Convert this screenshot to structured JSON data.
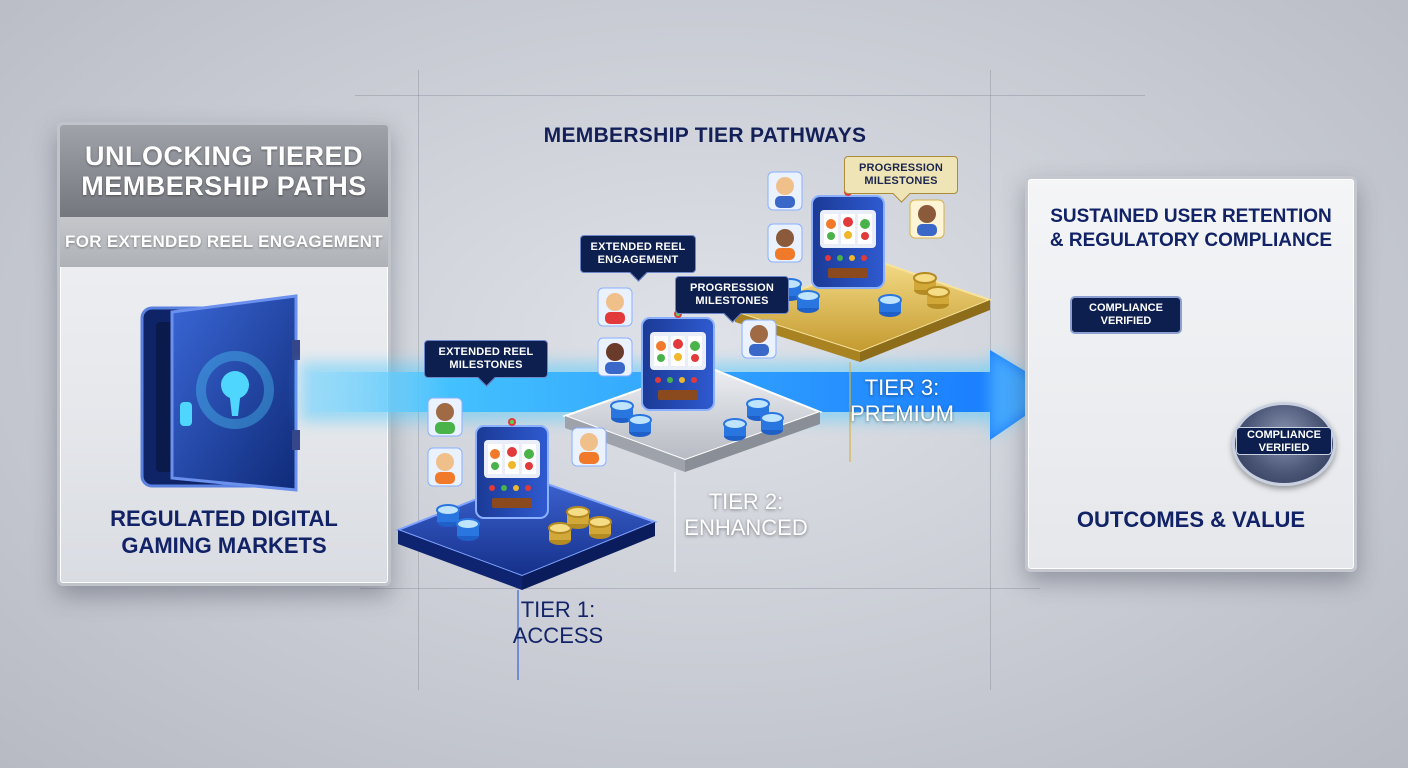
{
  "left_panel": {
    "title_line1": "UNLOCKING TIERED",
    "title_line2": "MEMBERSHIP PATHS",
    "subtitle": "FOR EXTENDED REEL ENGAGEMENT",
    "icon": "vault-safe-icon",
    "footer_line1": "REGULATED DIGITAL",
    "footer_line2": "GAMING MARKETS"
  },
  "diagram_title": "MEMBERSHIP TIER PATHWAYS",
  "tiers": [
    {
      "line1": "TIER 1:",
      "line2": "ACCESS",
      "color": "#1e3f9a"
    },
    {
      "line1": "TIER 2:",
      "line2": "ENHANCED",
      "color": "#b9bcc4"
    },
    {
      "line1": "TIER 3:",
      "line2": "PREMIUM",
      "color": "#d6b349"
    }
  ],
  "callouts": {
    "tier1": {
      "line1": "EXTENDED REEL",
      "line2": "MILESTONES"
    },
    "tier2_engagement": {
      "line1": "EXTENDED REEL",
      "line2": "ENGAGEMENT"
    },
    "tier2_progression": {
      "line1": "PROGRESSION",
      "line2": "MILESTONES"
    },
    "tier3_progression": {
      "line1": "PROGRESSION",
      "line2": "MILESTONES"
    }
  },
  "right_panel": {
    "title_line1": "SUSTAINED USER RETENTION",
    "title_line2": "& REGULATORY COMPLIANCE",
    "badge": {
      "line1": "COMPLIANCE",
      "line2": "VERIFIED"
    },
    "seal": {
      "line1": "COMPLIANCE",
      "line2": "VERIFIED"
    },
    "footer": "OUTCOMES & VALUE"
  },
  "colors": {
    "navy": "#112266",
    "arrow_blue": "#1c8cff",
    "gold": "#d6b349",
    "chart_blue": "#2a9cf0"
  }
}
